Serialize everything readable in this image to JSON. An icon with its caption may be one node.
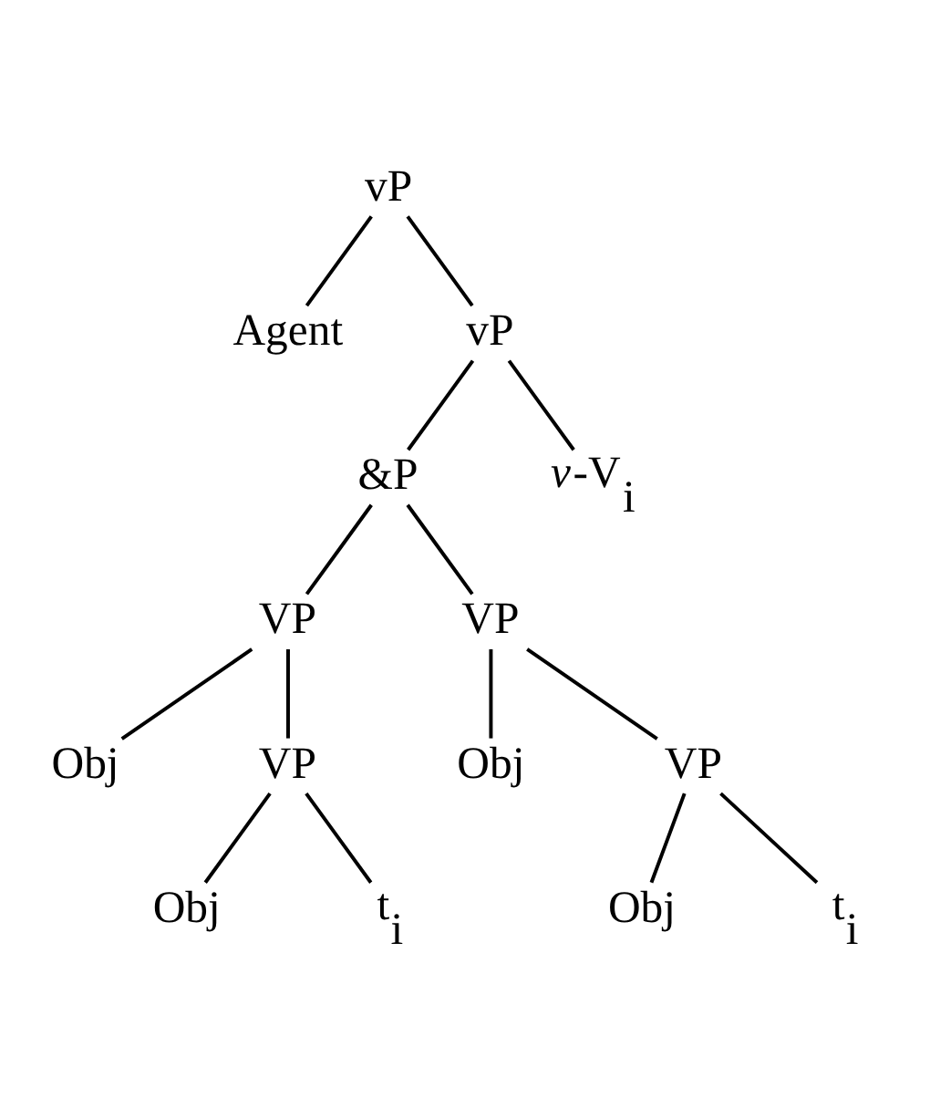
{
  "diagram": {
    "nodes": [
      {
        "text": [
          "vP"
        ]
      },
      {
        "text": [
          "Agent"
        ]
      },
      {
        "text": [
          "vP"
        ]
      },
      {
        "text": [
          "&P"
        ]
      },
      {
        "text": [
          "*v*-V$_{i}$"
        ]
      },
      {
        "text": [
          "VP"
        ]
      },
      {
        "text": [
          "VP"
        ]
      },
      {
        "text": [
          "Obj"
        ]
      },
      {
        "text": [
          "VP"
        ]
      },
      {
        "text": [
          "Obj"
        ]
      },
      {
        "text": [
          "VP"
        ]
      },
      {
        "text": [
          "Obj"
        ]
      },
      {
        "text": [
          "t$_{i}$"
        ]
      },
      {
        "text": [
          "Obj"
        ]
      },
      {
        "text": [
          "t$_{i}$"
        ]
      }
    ],
    "edges": [
      {
        "from": 0,
        "to": 1,
        "arrow": "none"
      },
      {
        "from": 0,
        "to": 2,
        "arrow": "none"
      },
      {
        "from": 2,
        "to": 3,
        "arrow": "none"
      },
      {
        "from": 2,
        "to": 4,
        "arrow": "none"
      },
      {
        "from": 3,
        "to": 5,
        "arrow": "none"
      },
      {
        "from": 3,
        "to": 6,
        "arrow": "none"
      },
      {
        "from": 5,
        "to": 7,
        "arrow": "none"
      },
      {
        "from": 5,
        "to": 8,
        "arrow": "none"
      },
      {
        "from": 6,
        "to": 9,
        "arrow": "none"
      },
      {
        "from": 6,
        "to": 10,
        "arrow": "none"
      },
      {
        "from": 8,
        "to": 11,
        "arrow": "none"
      },
      {
        "from": 8,
        "to": 12,
        "arrow": "none"
      },
      {
        "from": 10,
        "to": 13,
        "arrow": "none"
      },
      {
        "from": 10,
        "to": 14,
        "arrow": "none"
      }
    ]
  }
}
